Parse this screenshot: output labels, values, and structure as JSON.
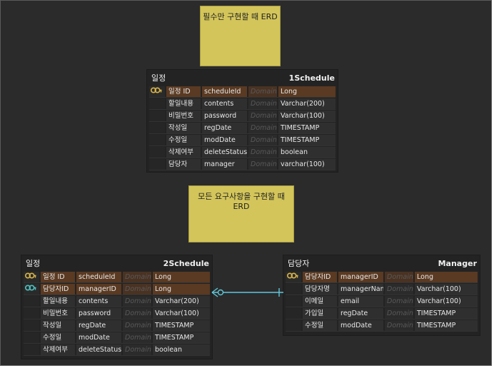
{
  "notes": {
    "top": "필수만 구현할 때 ERD",
    "middle": "모든 요구사항을 구현할 때 ERD"
  },
  "domain_placeholder": "Domain",
  "colors": {
    "background": "#2b2b2b",
    "note": "#d3c55a",
    "pk_row": "#5a3a22",
    "relationship": "#5fc7d9",
    "pk_key": "#d9b44a",
    "fk_key": "#4fc3c3"
  },
  "entities": {
    "schedule1": {
      "logical": "일정",
      "physical": "1Schedule",
      "rows": [
        {
          "icon": "pk",
          "lname": "일정 ID",
          "pname": "scheduleId",
          "dtype": "Long"
        },
        {
          "icon": "",
          "lname": "할일내용",
          "pname": "contents",
          "dtype": "Varchar(200)"
        },
        {
          "icon": "",
          "lname": "비밀번호",
          "pname": "password",
          "dtype": "Varchar(100)"
        },
        {
          "icon": "",
          "lname": "작성일",
          "pname": "regDate",
          "dtype": "TIMESTAMP"
        },
        {
          "icon": "",
          "lname": "수정일",
          "pname": "modDate",
          "dtype": "TIMESTAMP"
        },
        {
          "icon": "",
          "lname": "삭제여부",
          "pname": "deleteStatus",
          "dtype": "boolean"
        },
        {
          "icon": "",
          "lname": "담당자",
          "pname": "manager",
          "dtype": "varchar(100)"
        }
      ]
    },
    "schedule2": {
      "logical": "일정",
      "physical": "2Schedule",
      "rows": [
        {
          "icon": "pk",
          "lname": "일정 ID",
          "pname": "scheduleId",
          "dtype": "Long"
        },
        {
          "icon": "fk",
          "lname": "담당자ID",
          "pname": "managerID",
          "dtype": "Long"
        },
        {
          "icon": "",
          "lname": "할일내용",
          "pname": "contents",
          "dtype": "Varchar(200)"
        },
        {
          "icon": "",
          "lname": "비밀번호",
          "pname": "password",
          "dtype": "Varchar(100)"
        },
        {
          "icon": "",
          "lname": "작성일",
          "pname": "regDate",
          "dtype": "TIMESTAMP"
        },
        {
          "icon": "",
          "lname": "수정일",
          "pname": "modDate",
          "dtype": "TIMESTAMP"
        },
        {
          "icon": "",
          "lname": "삭제여부",
          "pname": "deleteStatus",
          "dtype": "boolean"
        }
      ]
    },
    "manager": {
      "logical": "담당자",
      "physical": "Manager",
      "rows": [
        {
          "icon": "pk",
          "lname": "담당자ID",
          "pname": "managerID",
          "dtype": "Long"
        },
        {
          "icon": "",
          "lname": "담당자명",
          "pname": "managerName",
          "dtype": "Varchar(100)"
        },
        {
          "icon": "",
          "lname": "이메일",
          "pname": "email",
          "dtype": "Varchar(100)"
        },
        {
          "icon": "",
          "lname": "가입일",
          "pname": "regDate",
          "dtype": "TIMESTAMP"
        },
        {
          "icon": "",
          "lname": "수정일",
          "pname": "modDate",
          "dtype": "TIMESTAMP"
        }
      ]
    }
  }
}
